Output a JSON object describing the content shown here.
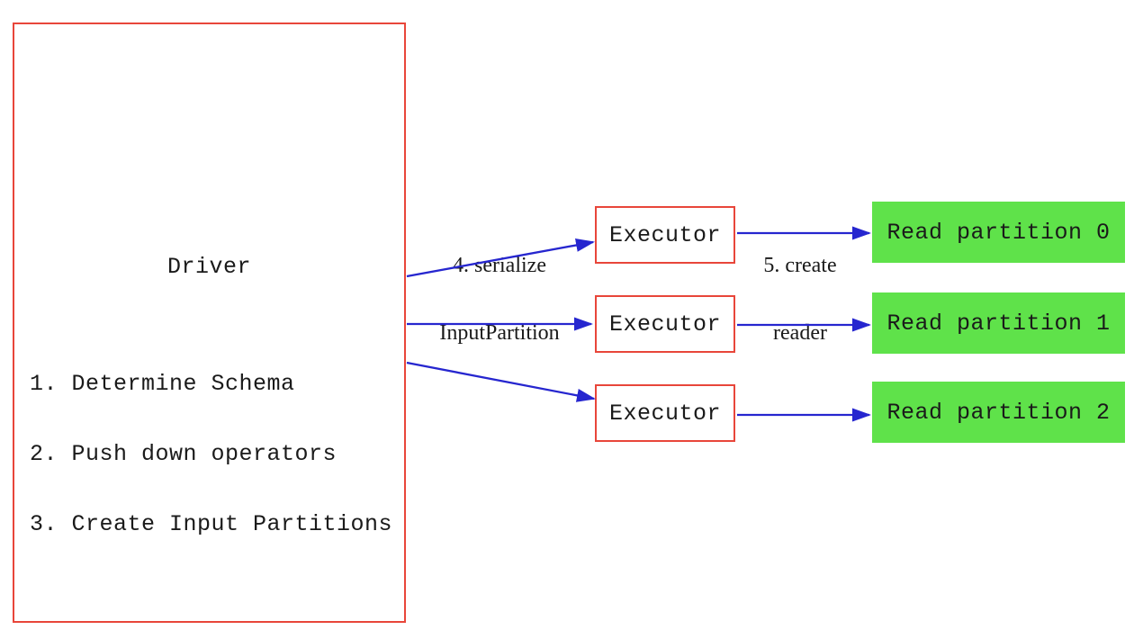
{
  "diagram": {
    "driver": {
      "title": "Driver",
      "steps": [
        "1. Determine Schema",
        "2. Push down operators",
        "3. Create Input Partitions"
      ]
    },
    "executors": [
      {
        "label": "Executor"
      },
      {
        "label": "Executor"
      },
      {
        "label": "Executor"
      }
    ],
    "read_partitions": [
      {
        "label": "Read partition 0"
      },
      {
        "label": "Read partition 1"
      },
      {
        "label": "Read partition 2"
      }
    ],
    "edge_labels": {
      "serialize_line1": "4. serialize",
      "serialize_line2": "InputPartition",
      "create_reader_line1": "5. create",
      "create_reader_line2": "reader"
    },
    "colors": {
      "box_border_red": "#e8463a",
      "arrow_blue": "#2626cf",
      "partition_green": "#5fe24a",
      "text": "#1a1a1a",
      "background": "#ffffff"
    }
  }
}
